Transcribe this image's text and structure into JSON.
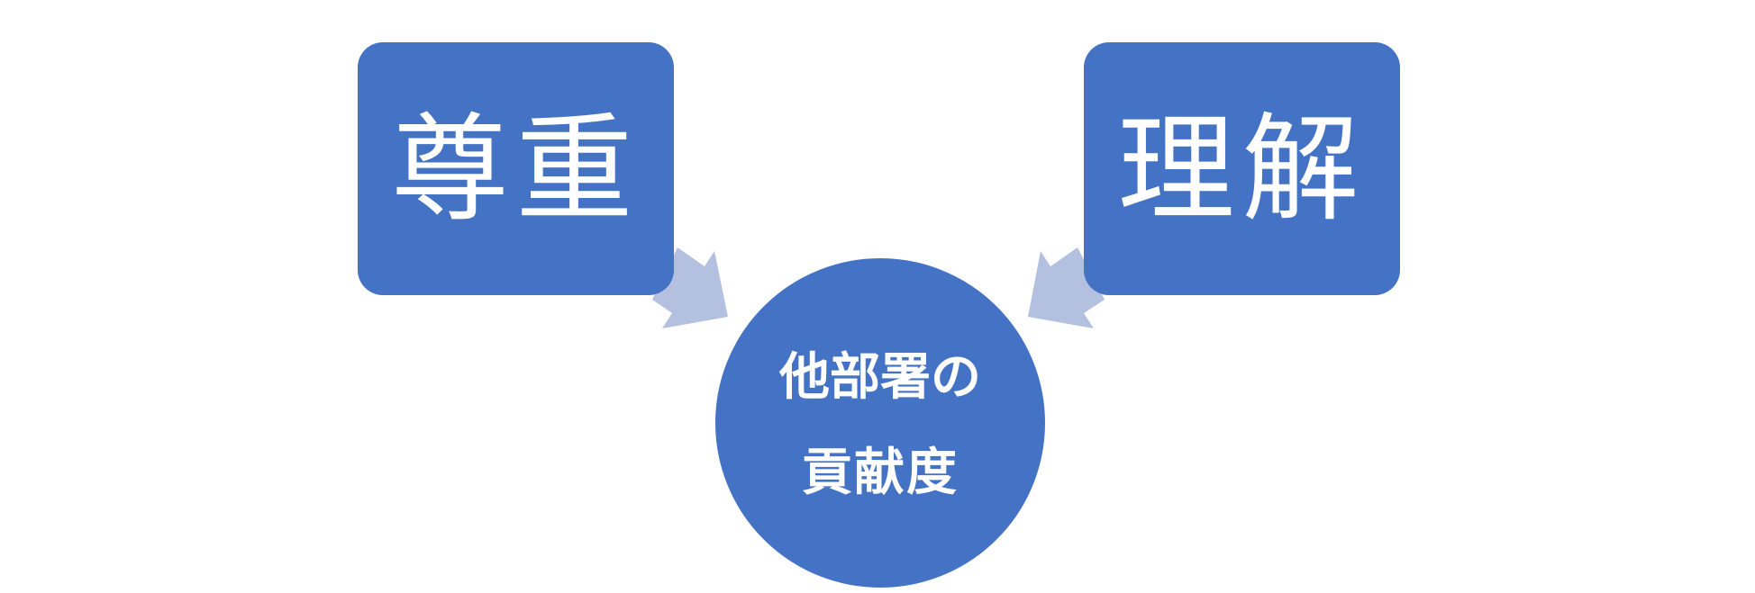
{
  "diagram": {
    "left_box": {
      "label": "尊重"
    },
    "right_box": {
      "label": "理解"
    },
    "center_circle": {
      "line1": "他部署の",
      "line2": "貢献度"
    }
  },
  "colors": {
    "shape_fill": "#4472C4",
    "arrow_fill": "#B4C0E0",
    "text": "#FFFFFF",
    "background": "#FFFFFF"
  }
}
